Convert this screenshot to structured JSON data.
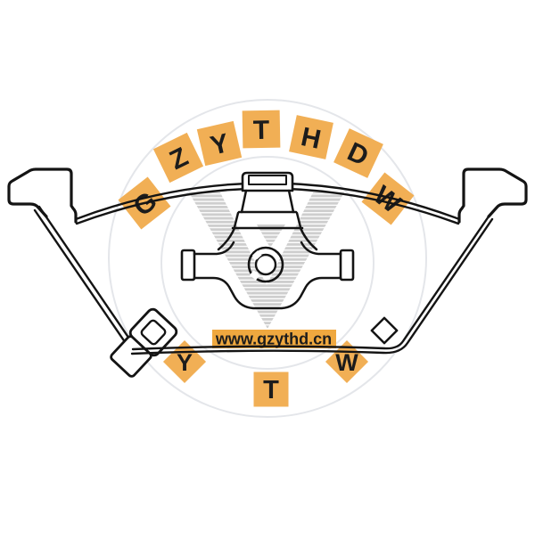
{
  "watermark": {
    "arc_letters": [
      "G",
      "Z",
      "Y",
      "T",
      "H",
      "D",
      "W"
    ],
    "bottom_letters": [
      "Y",
      "T",
      "W"
    ],
    "website": "www.gzythd.cn",
    "code": "GZYTHDW"
  },
  "colors": {
    "accent_orange": "#F1AF55",
    "banner_orange": "#EFA83F",
    "letter_dark": "#1C1C1C",
    "line_black": "#141414",
    "watermark_gray": "#C9C9C9",
    "circle_gray": "#E4E6EA"
  }
}
